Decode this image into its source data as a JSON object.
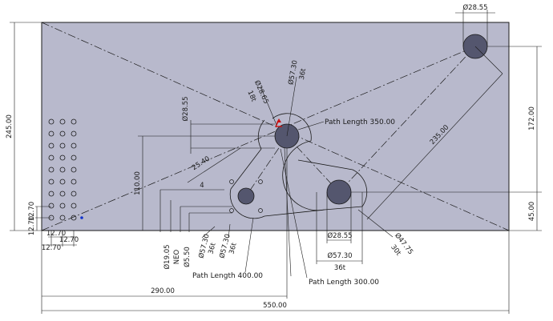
{
  "drawing": {
    "overall_width": "550.00",
    "overall_height": "245.00",
    "left_offset": "290.00",
    "right_top_offset": "172.00",
    "right_bottom_offset": "45.00",
    "dim_top_hole": "Ø28.55",
    "dim_center_vertical": "110.00",
    "dim_hole_small_left": "Ø28.55",
    "dim_angle_diag": "25.40",
    "dim_small_4": "4",
    "dim_diag_235": "235.00",
    "dim_bottom_hole": "Ø28.55",
    "dim_bottom_5730": "Ø57.30",
    "dim_bottom_36t": "36t",
    "dim_right_4775": "Ø47.75",
    "dim_right_30t": "30t",
    "dim_top_2865": "Ø28.65",
    "dim_top_18t": "18t",
    "dim_top_5730": "Ø57.30",
    "dim_top_36t": "36t",
    "dim_low_1905": "Ø19.05",
    "dim_low_neo": "NEO",
    "dim_low_550": "Ø5.50",
    "dim_low_5730a": "Ø57.30",
    "dim_low_36ta": "36t",
    "dim_low_5730b": "Ø57.30",
    "dim_low_36tb": "36t",
    "dim_pitch_1270a": "12.70",
    "dim_pitch_1270b": "12.70",
    "dim_pitch_1270c": "12.70",
    "dim_pitch_1270d": "12.70",
    "dim_pitch_1270e": "12.70",
    "label_path_350": "Path Length 350.00",
    "label_path_400": "Path Length 400.00",
    "label_path_300": "Path Length 300.00"
  },
  "colors": {
    "plate": "#b8b9cc",
    "plate_edge": "#1a1a1a",
    "hole": "#54566e",
    "line": "#1a1a1a",
    "marker_red": "#cc1111",
    "marker_blue": "#1133cc"
  },
  "icons": {
    "origin": "origin-marker-icon",
    "point": "point-marker-icon"
  }
}
